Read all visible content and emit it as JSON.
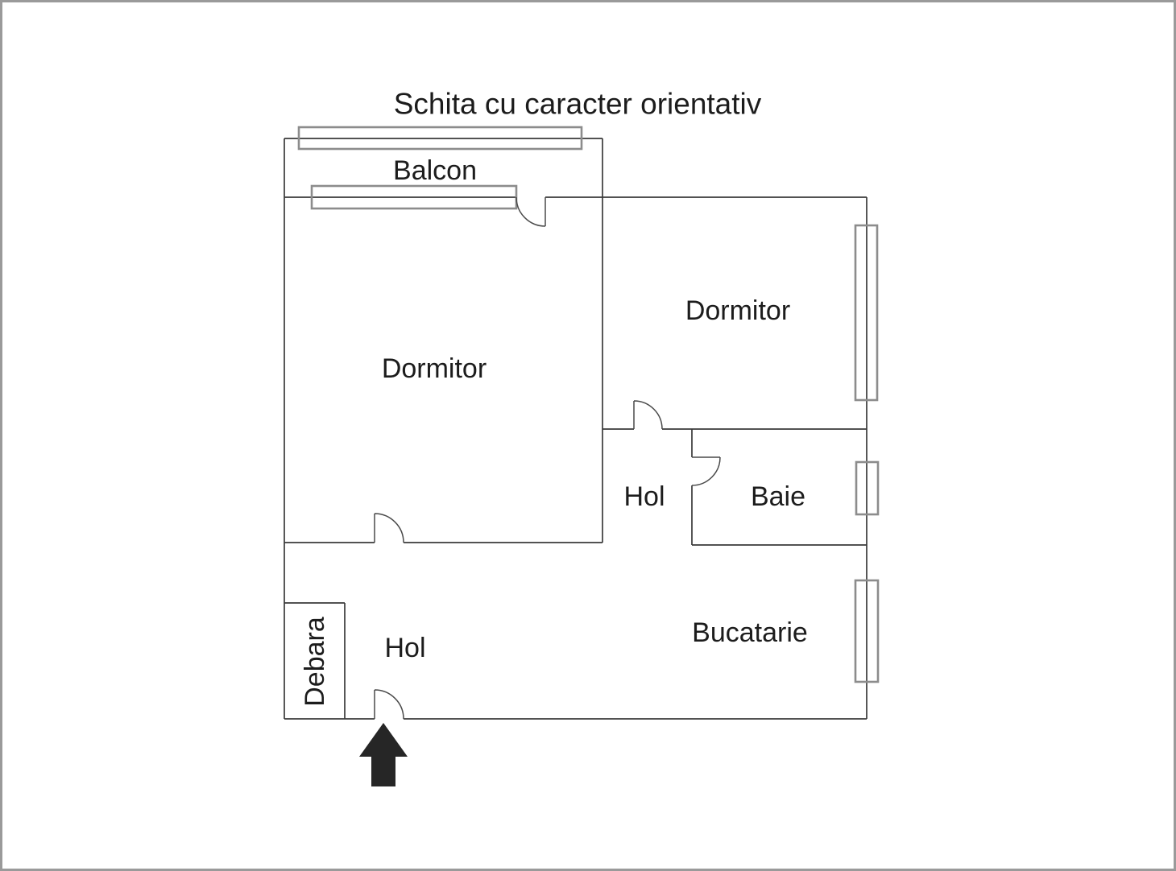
{
  "title": "Schita cu caracter orientativ",
  "colors": {
    "background": "#ffffff",
    "frame_border": "#9a9a9a",
    "wall": "#3a3a3a",
    "window_stroke": "#8c8c8c",
    "door": "#4a4a4a",
    "text": "#1c1c1c",
    "entrance_arrow": "#262626"
  },
  "rooms": {
    "balcon": {
      "label": "Balcon"
    },
    "dormitor_left": {
      "label": "Dormitor"
    },
    "dormitor_right": {
      "label": "Dormitor"
    },
    "hol_middle": {
      "label": "Hol"
    },
    "baie": {
      "label": "Baie"
    },
    "bucatarie": {
      "label": "Bucatarie"
    },
    "hol_bottom": {
      "label": "Hol"
    },
    "debara": {
      "label": "Debara"
    }
  },
  "icons": {
    "entrance_arrow": "up-arrow"
  }
}
